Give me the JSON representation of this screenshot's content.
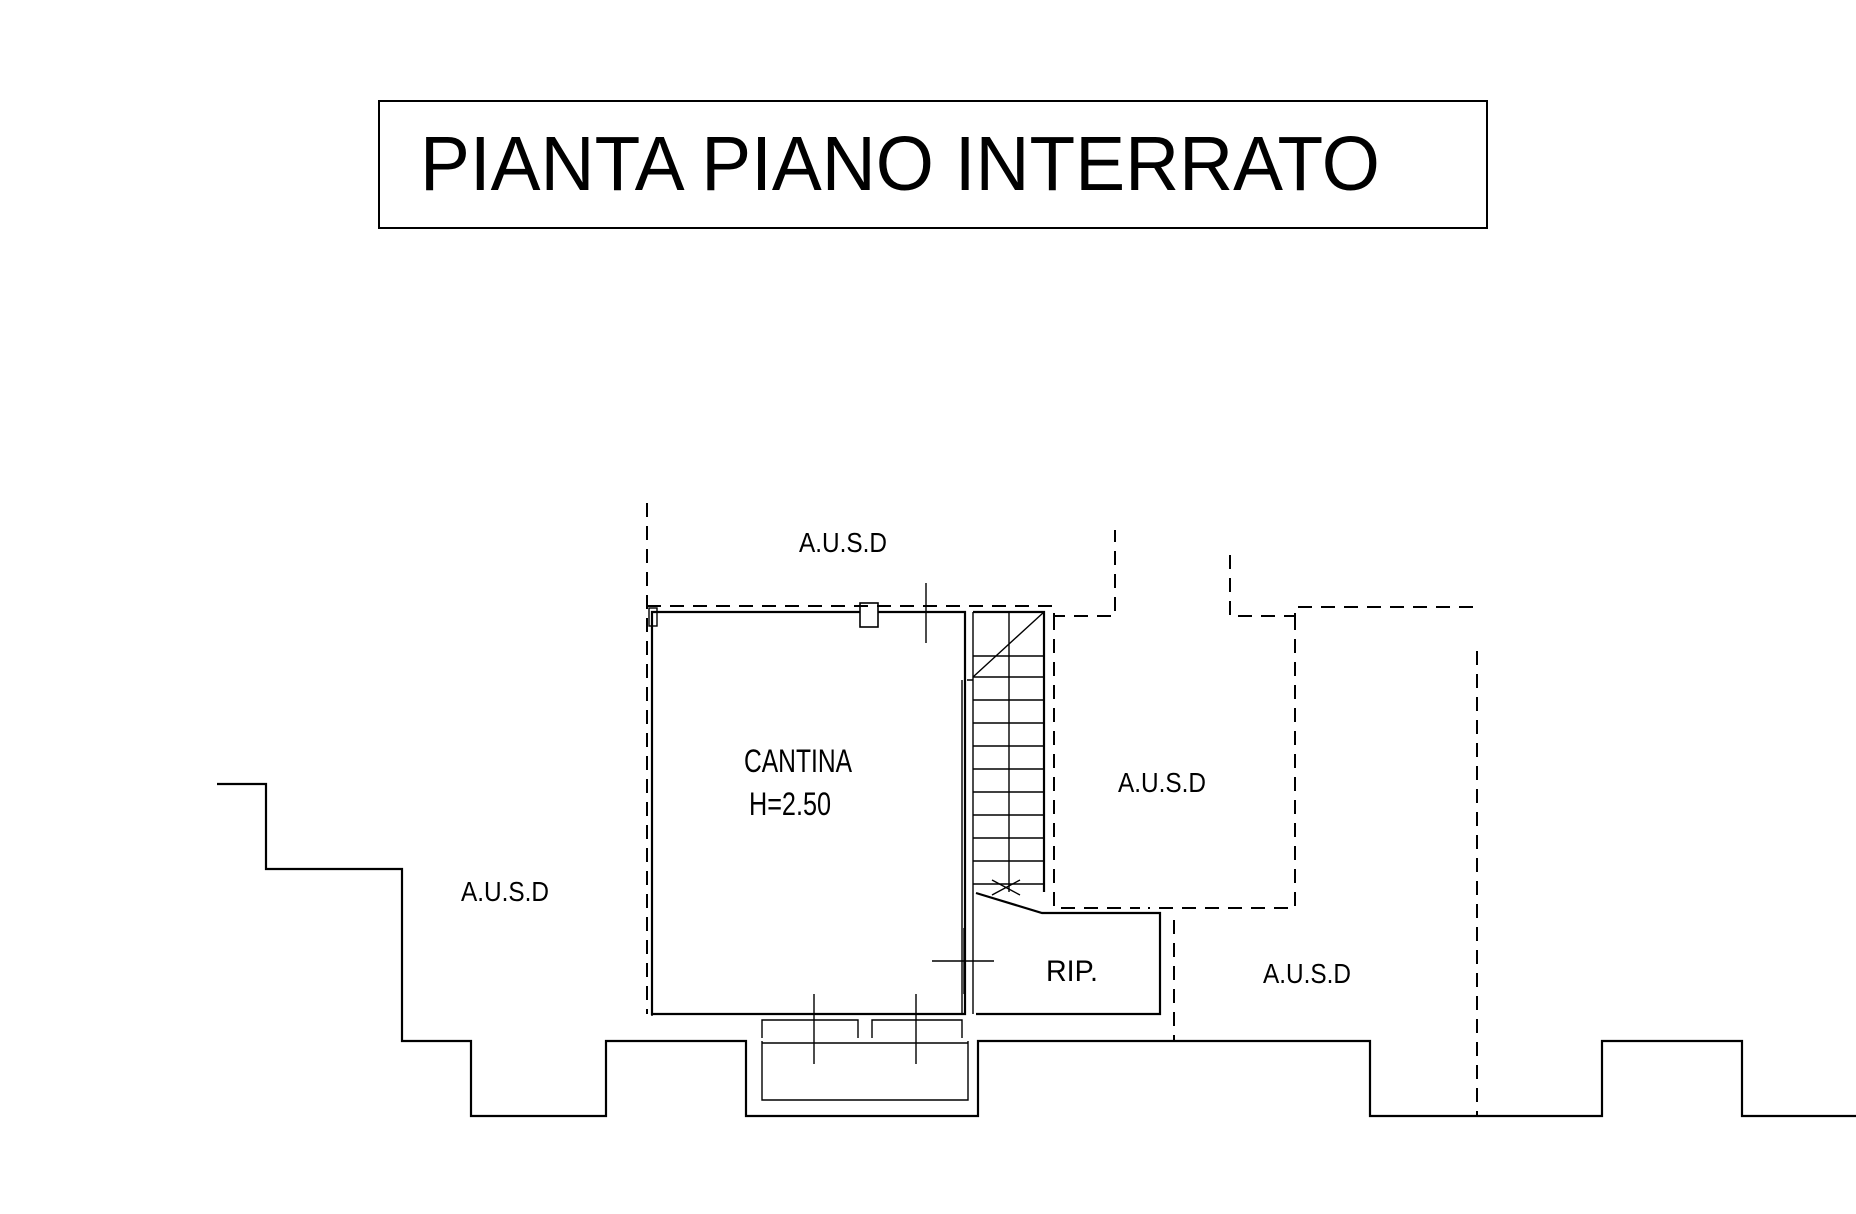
{
  "drawing": {
    "title": "PIANTA PIANO INTERRATO",
    "rooms": {
      "cantina_name": "CANTINA",
      "cantina_height": "H=2.50",
      "rip": "RIP."
    },
    "areas": {
      "top": "A.U.S.D",
      "left": "A.U.S.D",
      "center_right": "A.U.S.D",
      "bottom_right": "A.U.S.D"
    }
  }
}
